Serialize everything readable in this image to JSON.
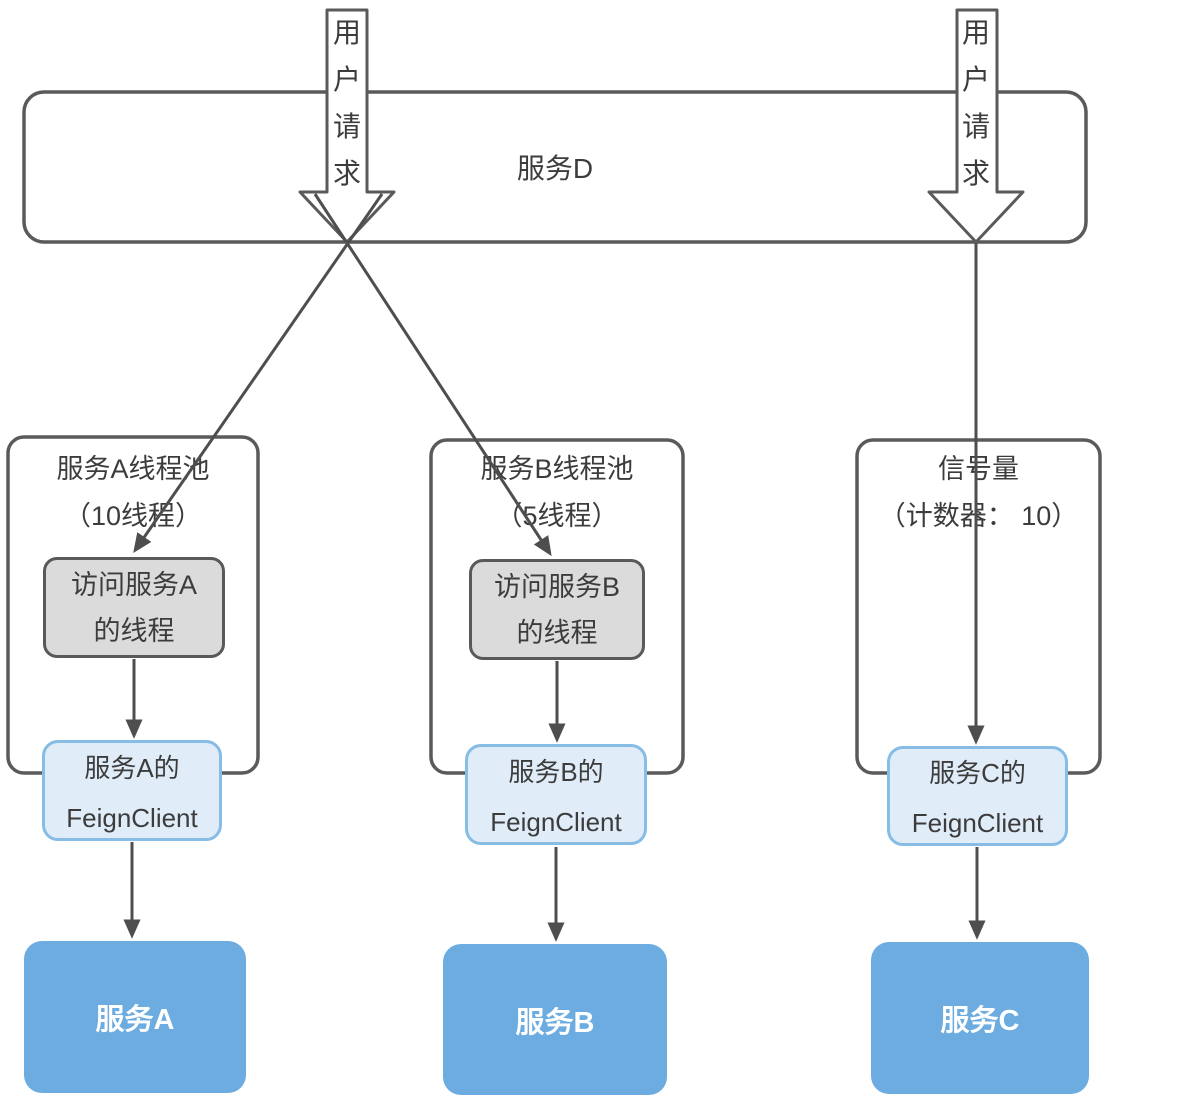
{
  "colors": {
    "line": "#5a5a5a",
    "connector": "#4e4e4e",
    "thread_box_fill": "#dbdbdb",
    "thread_box_border": "#595959",
    "feign_fill": "#e0edf9",
    "feign_border": "#87bce5",
    "service_fill": "#6cace0",
    "service_text": "#ffffff",
    "text": "#3c3c3c"
  },
  "top_service": {
    "label": "服务D"
  },
  "user_request": {
    "label": "用户请求",
    "chars": [
      "用",
      "户",
      "请",
      "求"
    ]
  },
  "columns": [
    {
      "container": {
        "title": "服务A线程池",
        "subtitle": "（10线程）"
      },
      "thread_box": {
        "line1": "访问服务A",
        "line2": "的线程"
      },
      "feign_client": {
        "line1": "服务A的",
        "line2": "FeignClient"
      },
      "service": {
        "label": "服务A"
      }
    },
    {
      "container": {
        "title": "服务B线程池",
        "subtitle": "（5线程）"
      },
      "thread_box": {
        "line1": "访问服务B",
        "line2": "的线程"
      },
      "feign_client": {
        "line1": "服务B的",
        "line2": "FeignClient"
      },
      "service": {
        "label": "服务B"
      }
    },
    {
      "container": {
        "title": "信号量",
        "subtitle": "（计数器： 10）"
      },
      "feign_client": {
        "line1": "服务C的",
        "line2": "FeignClient"
      },
      "service": {
        "label": "服务C"
      }
    }
  ]
}
